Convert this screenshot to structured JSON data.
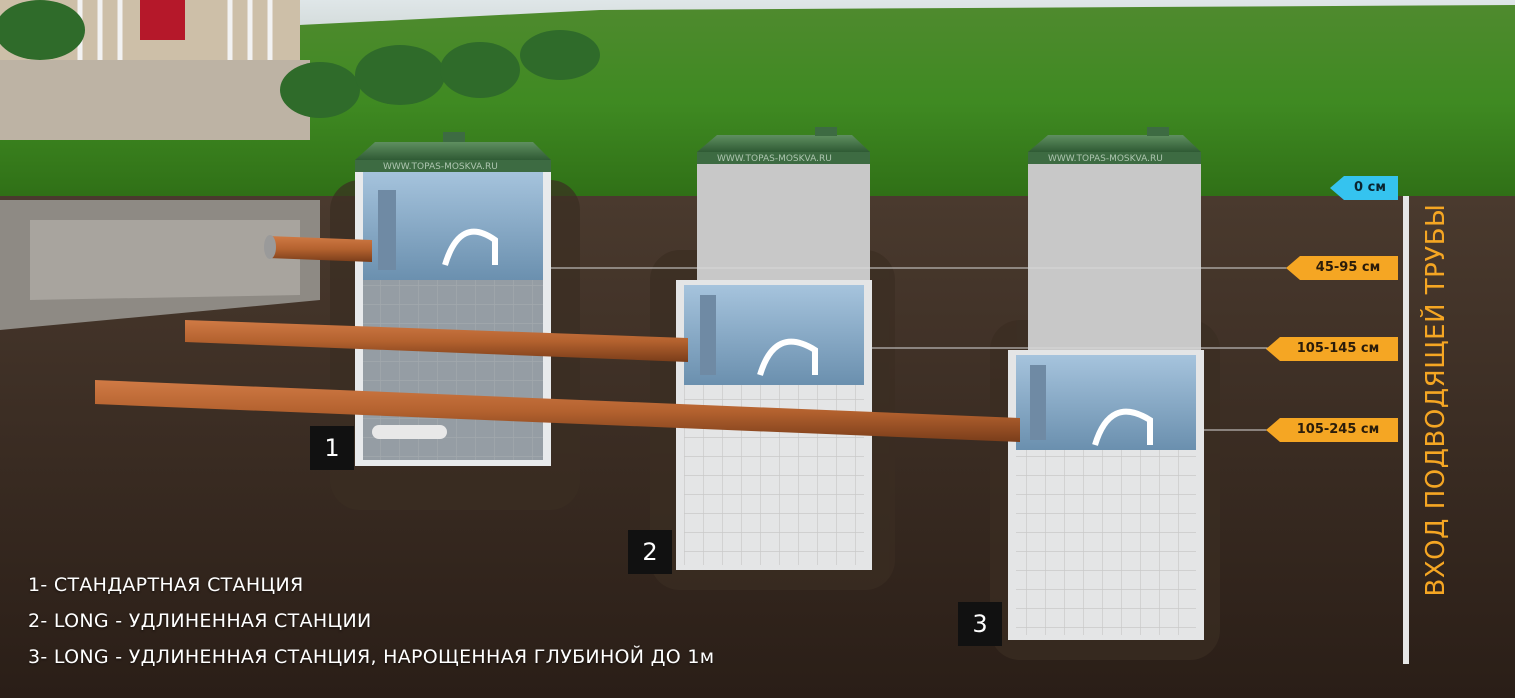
{
  "stations": [
    {
      "number": "1",
      "site": "WWW.TOPAS-MOSKVA.RU"
    },
    {
      "number": "2",
      "site": "WWW.TOPAS-MOSKVA.RU"
    },
    {
      "number": "3",
      "site": "WWW.TOPAS-MOSKVA.RU"
    }
  ],
  "depth_labels": [
    "0 см",
    "45-95 см",
    "105-145 см",
    "105-245 см"
  ],
  "vertical_title": "ВХОД ПОДВОДЯЩЕЙ ТРУБЫ",
  "legend": [
    "1- СТАНДАРТНАЯ СТАНЦИЯ",
    "2- LONG - УДЛИНЕННАЯ СТАНЦИИ",
    "3- LONG - УДЛИНЕННАЯ СТАНЦИЯ, НАРОЩЕННАЯ ГЛУБИНОЙ ДО 1м"
  ],
  "colors": {
    "accent_orange": "#f5a623",
    "accent_cyan": "#35c3ef",
    "lid_green": "#4c7a4f",
    "pipe": "#b4622f"
  }
}
